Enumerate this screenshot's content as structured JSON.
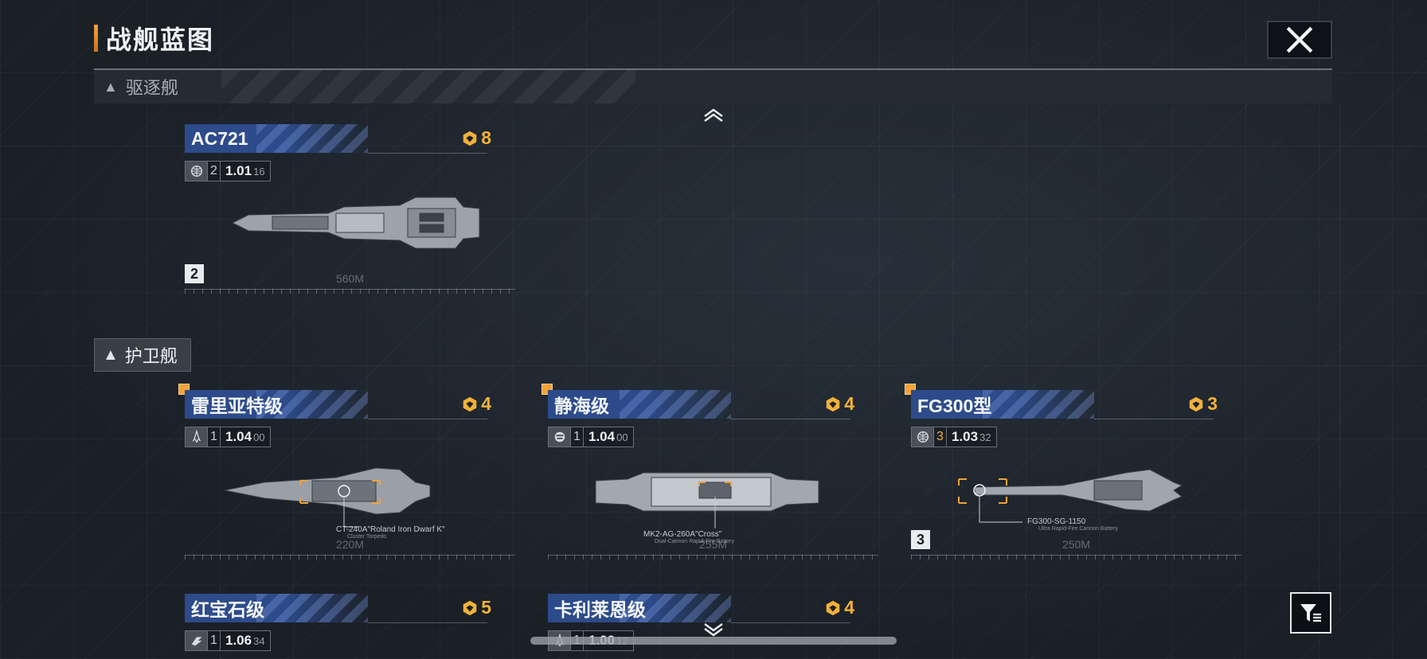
{
  "header": {
    "title": "战舰蓝图"
  },
  "sections": {
    "destroyer": {
      "label": "驱逐舰"
    },
    "frigate": {
      "label": "护卫舰"
    }
  },
  "ships": [
    {
      "name": "AC721",
      "cost": "8",
      "tier": "2",
      "version": "1.01",
      "version_sub": "16",
      "length": "560M",
      "count": "2",
      "icon": "globe-icon",
      "new": false
    },
    {
      "name": "雷里亚特级",
      "cost": "4",
      "tier": "1",
      "version": "1.04",
      "version_sub": "00",
      "length": "220M",
      "icon": "rocket-icon",
      "new": true,
      "weapon": "CT-240A\"Roland Iron Dwarf K\"",
      "weapon_sub": "Cluster Torpedo"
    },
    {
      "name": "静海级",
      "cost": "4",
      "tier": "1",
      "version": "1.04",
      "version_sub": "00",
      "length": "255M",
      "icon": "faction-icon",
      "new": true,
      "weapon": "MK2-AG-260A\"Cross\"",
      "weapon_sub": "Dual-Cannon Rapid-Fire Battery"
    },
    {
      "name": "FG300型",
      "cost": "3",
      "tier": "3",
      "version": "1.03",
      "version_sub": "32",
      "length": "250M",
      "count": "3",
      "icon": "globe-icon",
      "new": true,
      "weapon": "FG300-SG-1150",
      "weapon_sub": "Ultra Rapid-Fire Cannon Battery"
    },
    {
      "name": "红宝石级",
      "cost": "5",
      "tier": "1",
      "version": "1.06",
      "version_sub": "34",
      "icon": "speed-icon",
      "new": false
    },
    {
      "name": "卡利莱恩级",
      "cost": "4",
      "tier": "1",
      "version": "1.00",
      "version_sub": "12",
      "icon": "rocket-icon",
      "new": false
    }
  ],
  "colors": {
    "accent": "#f2b13a",
    "plate": "#2d4b8a",
    "background": "#1c2128"
  }
}
